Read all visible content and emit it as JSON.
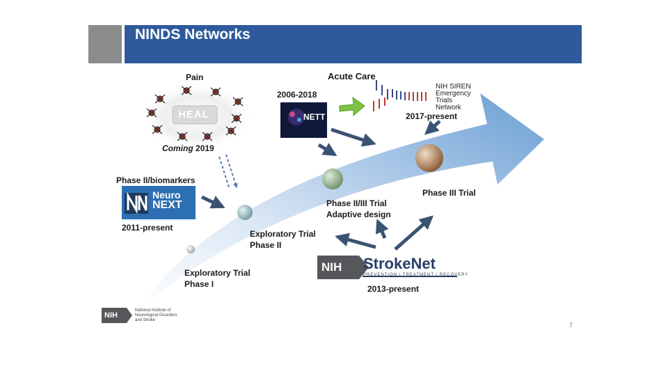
{
  "slide": {
    "title": "NINDS Networks",
    "page_number": "7"
  },
  "networks": {
    "pain_label": "Pain",
    "heal_logo_text": "HEAL",
    "heal_coming": "Coming",
    "heal_year": "2019",
    "neuronext_label": "Phase II/biomarkers",
    "neuronext_logo_line1": "Neuro",
    "neuronext_logo_line2": "NEXT",
    "neuronext_years": "2011-present",
    "nett_years": "2006-2018",
    "nett_logo": "NETT",
    "acute_care_label": "Acute Care",
    "siren_text": [
      "NIH SIREN",
      "Emergency",
      "Trials",
      "Network"
    ],
    "siren_years": "2017-present",
    "strokenet_nih": "NIH",
    "strokenet_name": "StrokeNet",
    "strokenet_tagline": "PREVENTION | TREATMENT | RECOVERY",
    "strokenet_years": "2013-present"
  },
  "pipeline": {
    "stage1": [
      "Exploratory Trial",
      "Phase I"
    ],
    "stage2": [
      "Exploratory Trial",
      "Phase II"
    ],
    "stage3": [
      "Phase II/III Trial",
      "Adaptive design"
    ],
    "stage4": "Phase III Trial"
  },
  "footer": {
    "nih": "NIH",
    "institute": [
      "National Institute of",
      "Neurological Disorders",
      "and Stroke"
    ]
  },
  "colors": {
    "header_blue": "#2e5a9b",
    "header_gray": "#8c8c8c",
    "arrow_light": "#e6eef8",
    "arrow_dark": "#6a9fd4",
    "connector": "#3b5373",
    "green_arrow": "#7dc242"
  }
}
